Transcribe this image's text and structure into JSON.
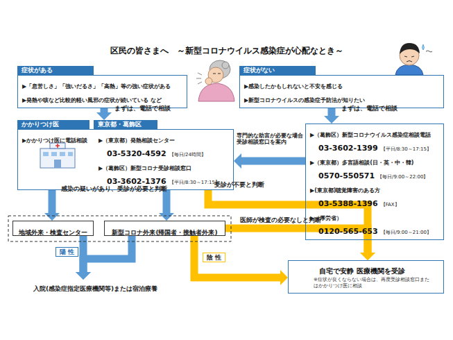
{
  "diagram": {
    "title": "区民の皆さまへ　～新型コロナウイルス感染症が心配なとき～",
    "nodes": [
      {
        "text": [
          "症状がある",
          "▶「息苦しさ」「強いだるさ」「高熱」等の強い症状がある",
          "▶発熱や咳など比較的軽い風邪の症状が続いている など"
        ]
      },
      {
        "text": [
          "症状がない",
          "▶感染したかもしれないと不安を感じる",
          "▶新型コロナウイルスの感染症予防法が知りたい"
        ]
      },
      {
        "text": [
          "かかりつけ医",
          "▶かかりつけ医に電話相談",
          "東京都・葛飾区",
          "▶（東京都）発熱相談センター",
          "03-5320-4592",
          "【毎日/24時間】",
          "▶（葛飾区）新型コロナ受診相談窓口",
          "03-3602-1376",
          "【平日/8:30～17:15】"
        ]
      },
      {
        "text": [
          "▶（葛飾区）新型コロナウイルス感染症相談電話",
          "03-3602-1399",
          "【平日/8:30～17:15】",
          "▶（東京都）多言語相談(日・英・中・韓)",
          "0570-550571",
          "【毎日/9:00～22:00】",
          "▶(東京都)聴覚障害のある方",
          "03-5388-1396",
          "【FAX】",
          "▶（厚労省）",
          "0120-565-653",
          "【毎日/9:00～21:00】"
        ]
      },
      {
        "text": [
          "地域外来・検査センター"
        ]
      },
      {
        "text": [
          "新型コロナ外来(帰国者・接触者外来)"
        ]
      },
      {
        "text": [
          "入院(感染症指定医療機関等)または宿泊療養"
        ]
      },
      {
        "text": [
          "自宅で安静",
          "医療機関を受診",
          "※症状が良くならない場合は、再度受診相談窓口またはかかりつけ医に相談"
        ]
      }
    ],
    "edges": [
      {
        "from": 0,
        "to": 2,
        "arrow": "to",
        "label": "まずは、電話で相談"
      },
      {
        "from": 1,
        "to": 3,
        "arrow": "to",
        "label": "まずは、電話で相談"
      },
      {
        "from": 3,
        "to": 2,
        "arrow": "to",
        "label": "専門的な助言が必要な場合 受診相談窓口を案内"
      },
      {
        "from": 2,
        "to": 4,
        "arrow": "to",
        "label": "感染の疑いがあり、受診が必要と判断"
      },
      {
        "from": 2,
        "to": 5,
        "arrow": "to"
      },
      {
        "from": 2,
        "to": 7,
        "arrow": "to",
        "label": "受診が不要と判断"
      },
      {
        "from": 4,
        "to": 6,
        "arrow": "to",
        "label": "陽 性"
      },
      {
        "from": 5,
        "to": 6,
        "arrow": "to"
      },
      {
        "from": 5,
        "to": 7,
        "arrow": "to",
        "label": "医師が検査の必要なしと判断"
      },
      {
        "from": 5,
        "to": 7,
        "arrow": "to",
        "label": "陰 性"
      }
    ]
  }
}
